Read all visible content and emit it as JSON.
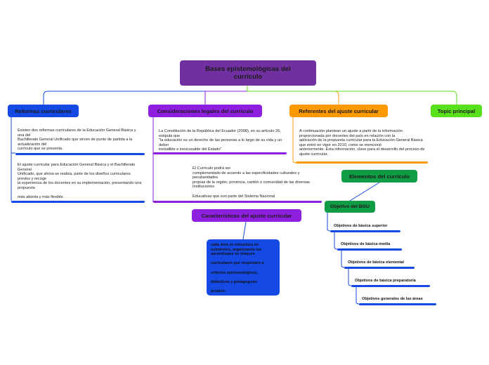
{
  "colors": {
    "root": "#7030a0",
    "blue": "#1549e3",
    "purple": "#8e1fdf",
    "orange": "#ff9900",
    "green": "#58e01a",
    "dark_green": "#109c45"
  },
  "root": {
    "title": "Bases epistemológicas del currículo"
  },
  "topics": {
    "reformas": "Reformas curriculares",
    "consideraciones": "Consideraciones legales del currículo",
    "referentes": "Referentes del ajuste curricular",
    "principal": "Topic principal",
    "caracteristicas": "Características del ajuste curricular",
    "elementos": "Elementos del currículo",
    "objetivo_bgu": "Objetivo del BGU"
  },
  "texts": {
    "reformas_1": "Existen dos reformas curriculares de la Educación General Básica y una del\nBachillerato General Unificado que sirven de punto de partida a la actualización del\ncurrículo que se presenta.",
    "reformas_2": "El ajuste curricular para Educación General Básica y el Bachillerato General\nUnificado, que ahora se realiza, parte de los diseños curriculares previos y recoge\nla experiencia de los docentes en su implementación, presentando una propuesta\n\nmás abierta y más flexible.",
    "legales": "La Constitución de la República del Ecuador (2008), en su artículo 26, estipula que\n\"la educación es un derecho de las personas a lo largo de su vida y un deber\nineludible e inexcusable del Estado\"",
    "curriculo": "El Currículo podrá ser\ncomplementado de acuerdo a las especificidades culturales y peculiaridades\npropias de la región, provincia, cantón o comunidad de las diversas Instituciones\n\nEducativas que son parte del Sistema Nacional",
    "referentes": "A continuación plantean un ajuste a partir de la información proporcionada por docentes del país en relación con la\naplicación de la propuesta curricular para la Educación General Básica que entró en vigor en 2010, como se mencionó\nanteriormente. Esta información, clave para el desarrollo del proceso de ajuste curricular.",
    "caracteristicas_box": "cada área se estructura en subniveles, organizando los aprendizajes en bloques\n\ncurriculares que responden a\n\ncriterios epistemológicos,\n\ndidácticos y pedagógicos\n\npropios."
  },
  "objetivos": [
    "Objetivos de básica superior",
    "Objetivos de básica media",
    "Objetivos de básica elemental",
    "Objetivos de básica preparatoria",
    "Objetivos generales de las áreas"
  ]
}
